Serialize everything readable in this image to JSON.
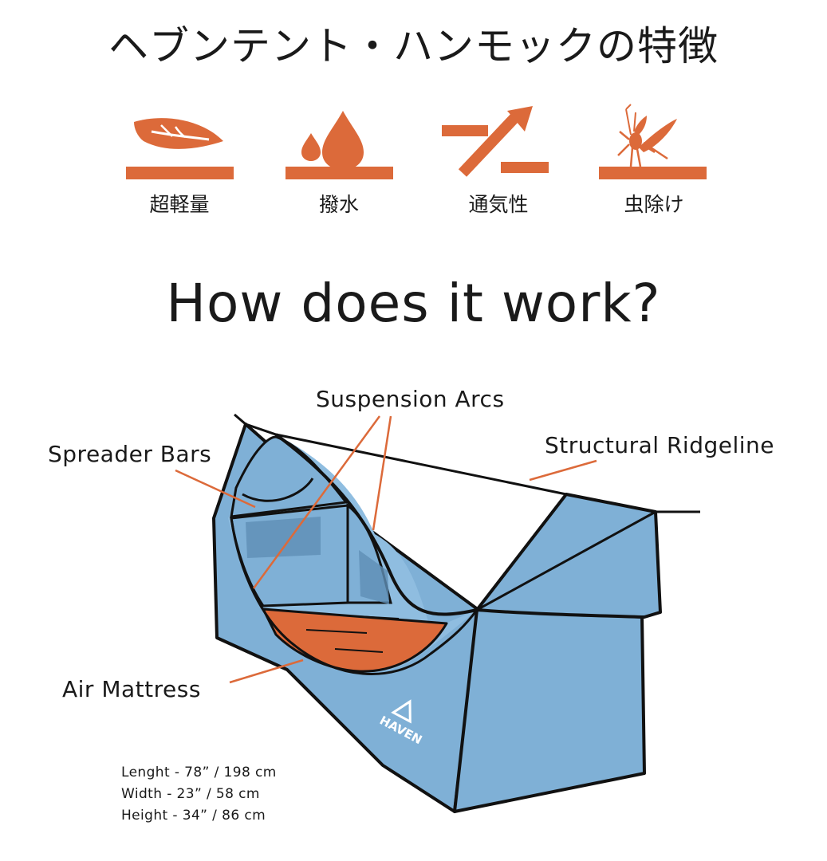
{
  "title_jp": "ヘブンテント・ハンモックの特徴",
  "features": [
    {
      "label": "超軽量",
      "icon": "leaf-icon"
    },
    {
      "label": "撥水",
      "icon": "water-drop-icon"
    },
    {
      "label": "通気性",
      "icon": "airflow-arrow-icon"
    },
    {
      "label": "虫除け",
      "icon": "mosquito-icon"
    }
  ],
  "heading_en": "How does it work?",
  "callouts": {
    "suspension_arcs": "Suspension Arcs",
    "spreader_bars": "Spreader Bars",
    "structural_ridgeline": "Structural Ridgeline",
    "air_mattress": "Air Mattress"
  },
  "brand": "HAVEN",
  "dimensions": [
    "Lenght - 78” / 198 cm",
    "Width - 23” / 58 cm",
    "Height - 34” / 86 cm"
  ],
  "colors": {
    "accent_orange": "#dc6a3a",
    "tent_blue": "#7fb0d6",
    "tent_blue_dark": "#5f8fb5",
    "outline": "#111111",
    "text": "#1a1a1a"
  }
}
